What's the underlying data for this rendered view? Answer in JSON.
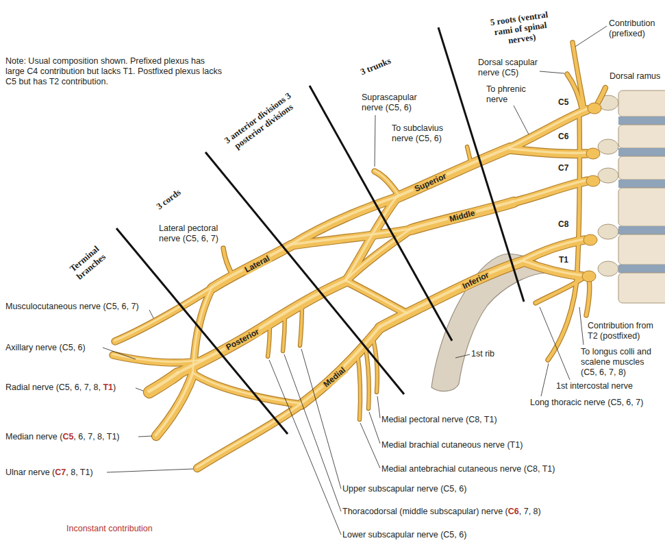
{
  "diagram": {
    "labels": [
      "5 roots (ventral rami of spinal nerves)",
      "Note: Usual composition shown. Prefixed plexus has large C4 contribution but lacks T1. Postfixed plexus lacks C5 but has T2 contribution.",
      "3 trunks",
      "Dorsal scapular nerve (C5)",
      "Contribution (prefixed)",
      "Dorsal ramus",
      "To phrenic nerve",
      "Suprascapular nerve (C5, 6)",
      "To subclavius nerve (C5, 6)",
      "C5",
      "C6",
      "C7",
      "C8",
      "T1",
      "Superior",
      "Middle",
      "Inferior",
      "3 anterior divisions 3 posterior divisions",
      "3 cords",
      "Lateral pectoral nerve (C5, 6, 7)",
      "Lateral",
      "Posterior",
      "Medial",
      "Terminal branches",
      "Musculocutaneous nerve (C5, 6, 7)",
      "Axillary nerve (C5, 6)",
      "Radial nerve (C5, 6, 7, 8, T1)",
      "Median nerve (C5, 6, 7, 8, T1)",
      "Ulnar nerve (C7, 8, T1)",
      "1st rib",
      "Contribution from T2 (postfixed)",
      "To longus colli and scalene muscles (C5, 6, 7, 8)",
      "1st intercostal nerve",
      "Long thoracic nerve (C5, 6, 7)",
      "Medial pectoral nerve (C8, T1)",
      "Medial brachial cutaneous nerve (T1)",
      "Medial antebrachial cutaneous nerve (C8, T1)",
      "Upper subscapular nerve (C5, 6)",
      "Thoracodorsal (middle subscapular) nerve (C6, 7, 8)",
      "Lower subscapular nerve (C5, 6)",
      "Inconstant contribution"
    ]
  }
}
